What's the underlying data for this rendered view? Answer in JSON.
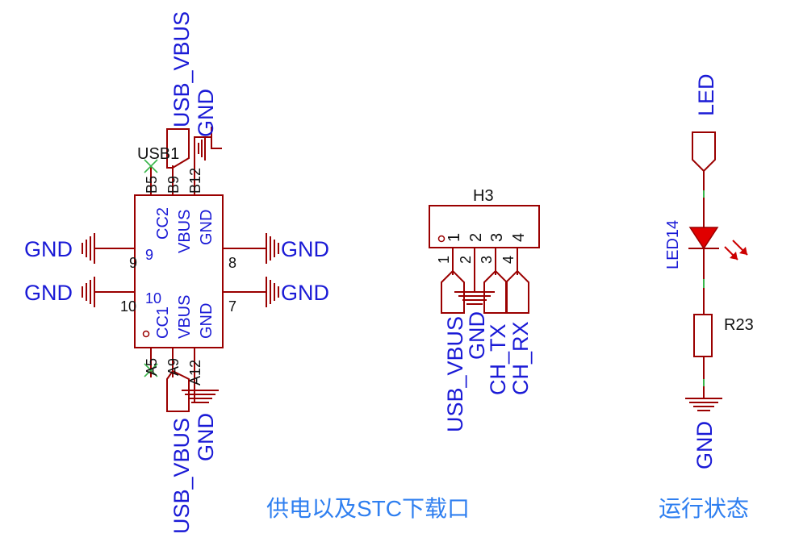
{
  "usb": {
    "ref": "USB1",
    "left_pins": [
      "9",
      "10"
    ],
    "right_pins": [
      "8",
      "7"
    ],
    "top_pins": [
      "B5",
      "B9",
      "B12"
    ],
    "bottom_pins": [
      "A5",
      "A9",
      "A12"
    ],
    "inner_top": [
      "CC2",
      "VBUS",
      "GND"
    ],
    "inner_bottom": [
      "CC1",
      "VBUS",
      "GND"
    ],
    "inner_nums": [
      "9",
      "10"
    ],
    "net_vbus": "USB_VBUS",
    "net_gnd": "GND"
  },
  "header": {
    "ref": "H3",
    "pin_numbers": [
      "1",
      "2",
      "3",
      "4"
    ],
    "nets": [
      "USB_VBUS",
      "GND",
      "CH_TX",
      "CH_RX"
    ]
  },
  "led": {
    "net": "LED",
    "ref": "LED14",
    "resistor": "R23",
    "gnd": "GND"
  },
  "captions": {
    "power": "供电以及STC下载口",
    "status": "运行状态"
  },
  "colors": {
    "wire": "#9a0000",
    "label": "#1a1ad6",
    "caption": "#2f7ff0",
    "junction": "#39b54a",
    "led_fill": "#e00000"
  }
}
